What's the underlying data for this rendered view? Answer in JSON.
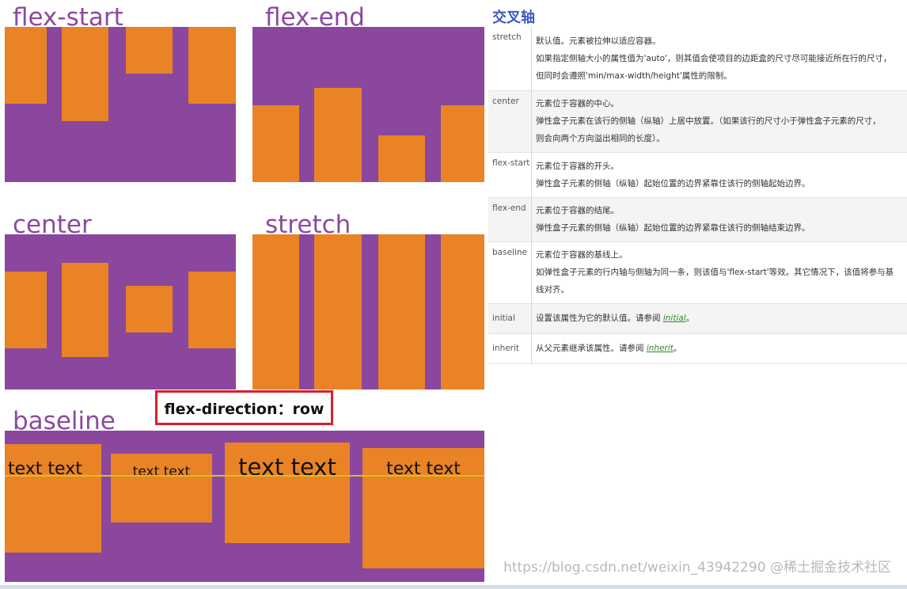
{
  "demos": {
    "flex_start": {
      "label": "flex-start"
    },
    "flex_end": {
      "label": "flex-end"
    },
    "center": {
      "label": "center"
    },
    "stretch": {
      "label": "stretch"
    },
    "baseline": {
      "label": "baseline",
      "items": [
        "text text",
        "text text",
        "text text",
        "text text"
      ]
    }
  },
  "annotation": {
    "text": "flex-direction：row"
  },
  "doc": {
    "heading": "交叉轴",
    "rows": [
      {
        "value": "stretch",
        "lines": [
          "默认值。元素被拉伸以适应容器。",
          "如果指定侧轴大小的属性值为'auto'，则其值会使项目的边距盒的尺寸尽可能接近所在行的尺寸，",
          "但同时会遵照'min/max-width/height'属性的限制。"
        ]
      },
      {
        "value": "center",
        "lines": [
          "元素位于容器的中心。",
          "弹性盒子元素在该行的侧轴（纵轴）上居中放置。（如果该行的尺寸小于弹性盒子元素的尺寸，",
          "则会向两个方向溢出相同的长度）。"
        ]
      },
      {
        "value": "flex-start",
        "lines": [
          "元素位于容器的开头。",
          "弹性盒子元素的侧轴（纵轴）起始位置的边界紧靠住该行的侧轴起始边界。"
        ]
      },
      {
        "value": "flex-end",
        "lines": [
          "元素位于容器的结尾。",
          "弹性盒子元素的侧轴（纵轴）起始位置的边界紧靠住该行的侧轴结束边界。"
        ]
      },
      {
        "value": "baseline",
        "lines": [
          "元素位于容器的基线上。",
          "如弹性盒子元素的行内轴与侧轴为同一条，则该值与'flex-start'等效。其它情况下，该值将参与基",
          "线对齐。"
        ]
      },
      {
        "value": "initial",
        "pre": "设置该属性为它的默认值。请参阅 ",
        "link": "initial",
        "post": "。"
      },
      {
        "value": "inherit",
        "pre": "从父元素继承该属性。请参阅 ",
        "link": "inherit",
        "post": "。"
      }
    ]
  },
  "watermark": "https://blog.csdn.net/weixin_43942290 @稀土掘金技术社区",
  "colors": {
    "container": "#8a479d",
    "item": "#e98325",
    "label": "#8b4aa0",
    "heading": "#3b57c6",
    "annotation_border": "#d7202b",
    "baseline_line": "#d4c21b"
  }
}
